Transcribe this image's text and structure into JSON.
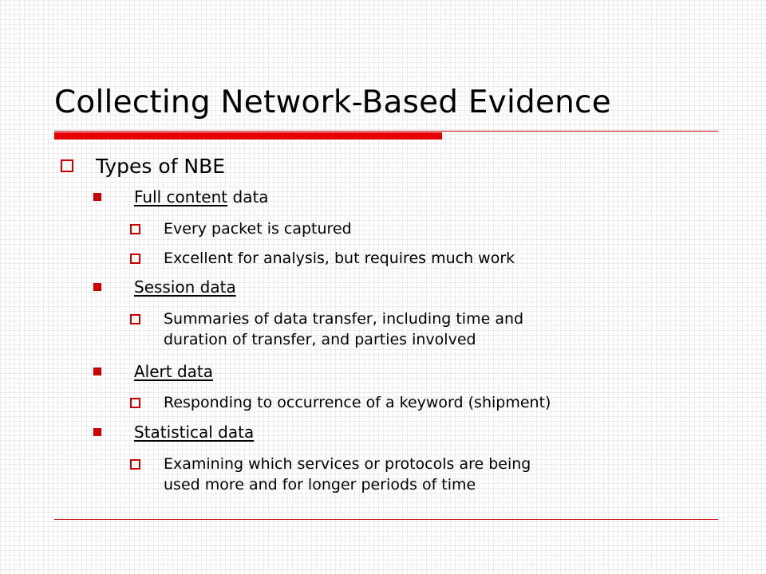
{
  "slide": {
    "title": "Collecting Network-Based Evidence",
    "level1": "Types of NBE",
    "sections": [
      {
        "heading_underlined": "Full content",
        "heading_rest": " data",
        "items": [
          "Every packet is captured",
          "Excellent for analysis, but requires much work"
        ]
      },
      {
        "heading_underlined": "Session data",
        "heading_rest": "",
        "items": [
          "Summaries of data transfer, including time and\nduration of transfer, and parties involved"
        ]
      },
      {
        "heading_underlined": "Alert data",
        "heading_rest": "",
        "items": [
          "Responding to occurrence of a keyword (shipment)"
        ]
      },
      {
        "heading_underlined": "Statistical data",
        "heading_rest": "",
        "items": [
          "Examining which services or protocols are being\nused more and for longer periods of time"
        ]
      }
    ]
  },
  "colors": {
    "accent": "#e60000",
    "grid": "#ececec",
    "text": "#000000"
  }
}
